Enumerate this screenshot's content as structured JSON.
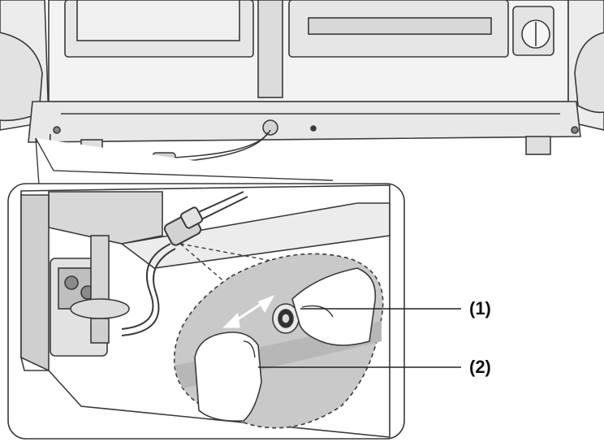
{
  "callouts": [
    {
      "id": "1",
      "label": "(1)"
    },
    {
      "id": "2",
      "label": "(2)"
    }
  ],
  "colors": {
    "line": "#3a3a3a",
    "fill_light": "#f1f1f1",
    "fill_mid": "#dcdcdc",
    "fill_dark": "#bdbdbd",
    "detail_bubble": "#c9c9c9"
  }
}
